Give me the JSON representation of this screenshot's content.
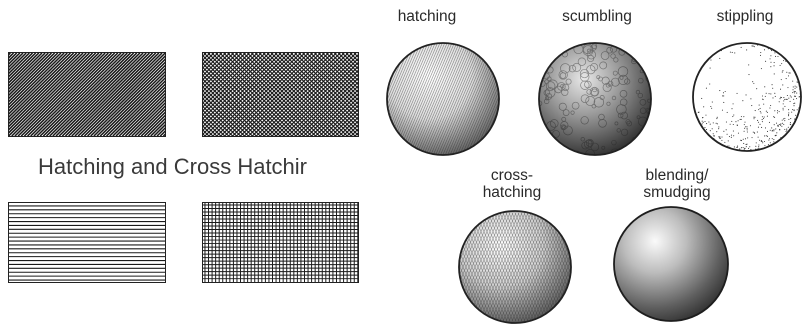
{
  "left_panel": {
    "heading": "Hatching and Cross Hatchir",
    "swatches": [
      {
        "name": "diagonal-hatching"
      },
      {
        "name": "diagonal-cross-hatching"
      },
      {
        "name": "horizontal-hatching"
      },
      {
        "name": "grid-cross-hatching"
      }
    ]
  },
  "right_panel": {
    "spheres": [
      {
        "label": "hatching"
      },
      {
        "label": "scumbling"
      },
      {
        "label": "stippling"
      },
      {
        "label_line1": "cross-",
        "label_line2": "hatching"
      },
      {
        "label_line1": "blending/",
        "label_line2": "smudging"
      }
    ]
  },
  "colors": {
    "ink": "#222222",
    "paper": "#ffffff",
    "text": "#2a2a2a"
  }
}
